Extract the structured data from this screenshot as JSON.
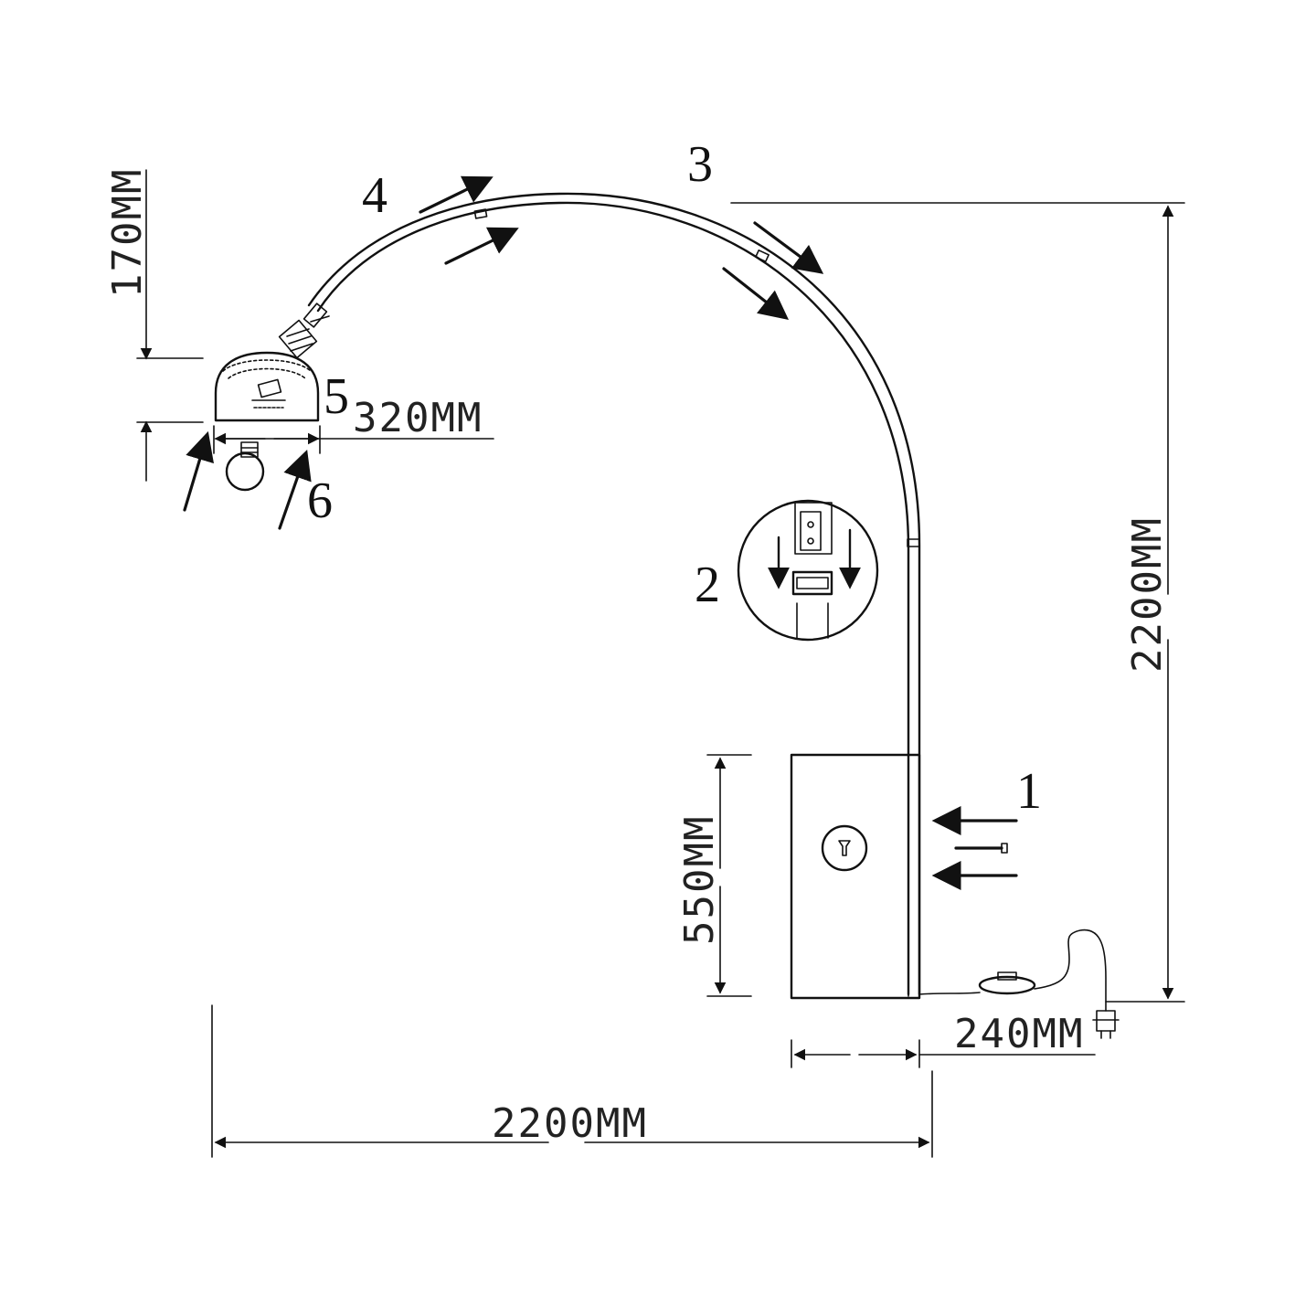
{
  "diagram": {
    "dimensions": {
      "shade_height": "170MM",
      "shade_width": "320MM",
      "total_height": "2200MM",
      "base_height": "550MM",
      "base_width": "240MM",
      "total_reach": "2200MM"
    },
    "callouts": {
      "c1": "1",
      "c2": "2",
      "c3": "3",
      "c4": "4",
      "c5": "5",
      "c6": "6"
    },
    "colors": {
      "line": "#111111",
      "background": "#ffffff"
    }
  }
}
